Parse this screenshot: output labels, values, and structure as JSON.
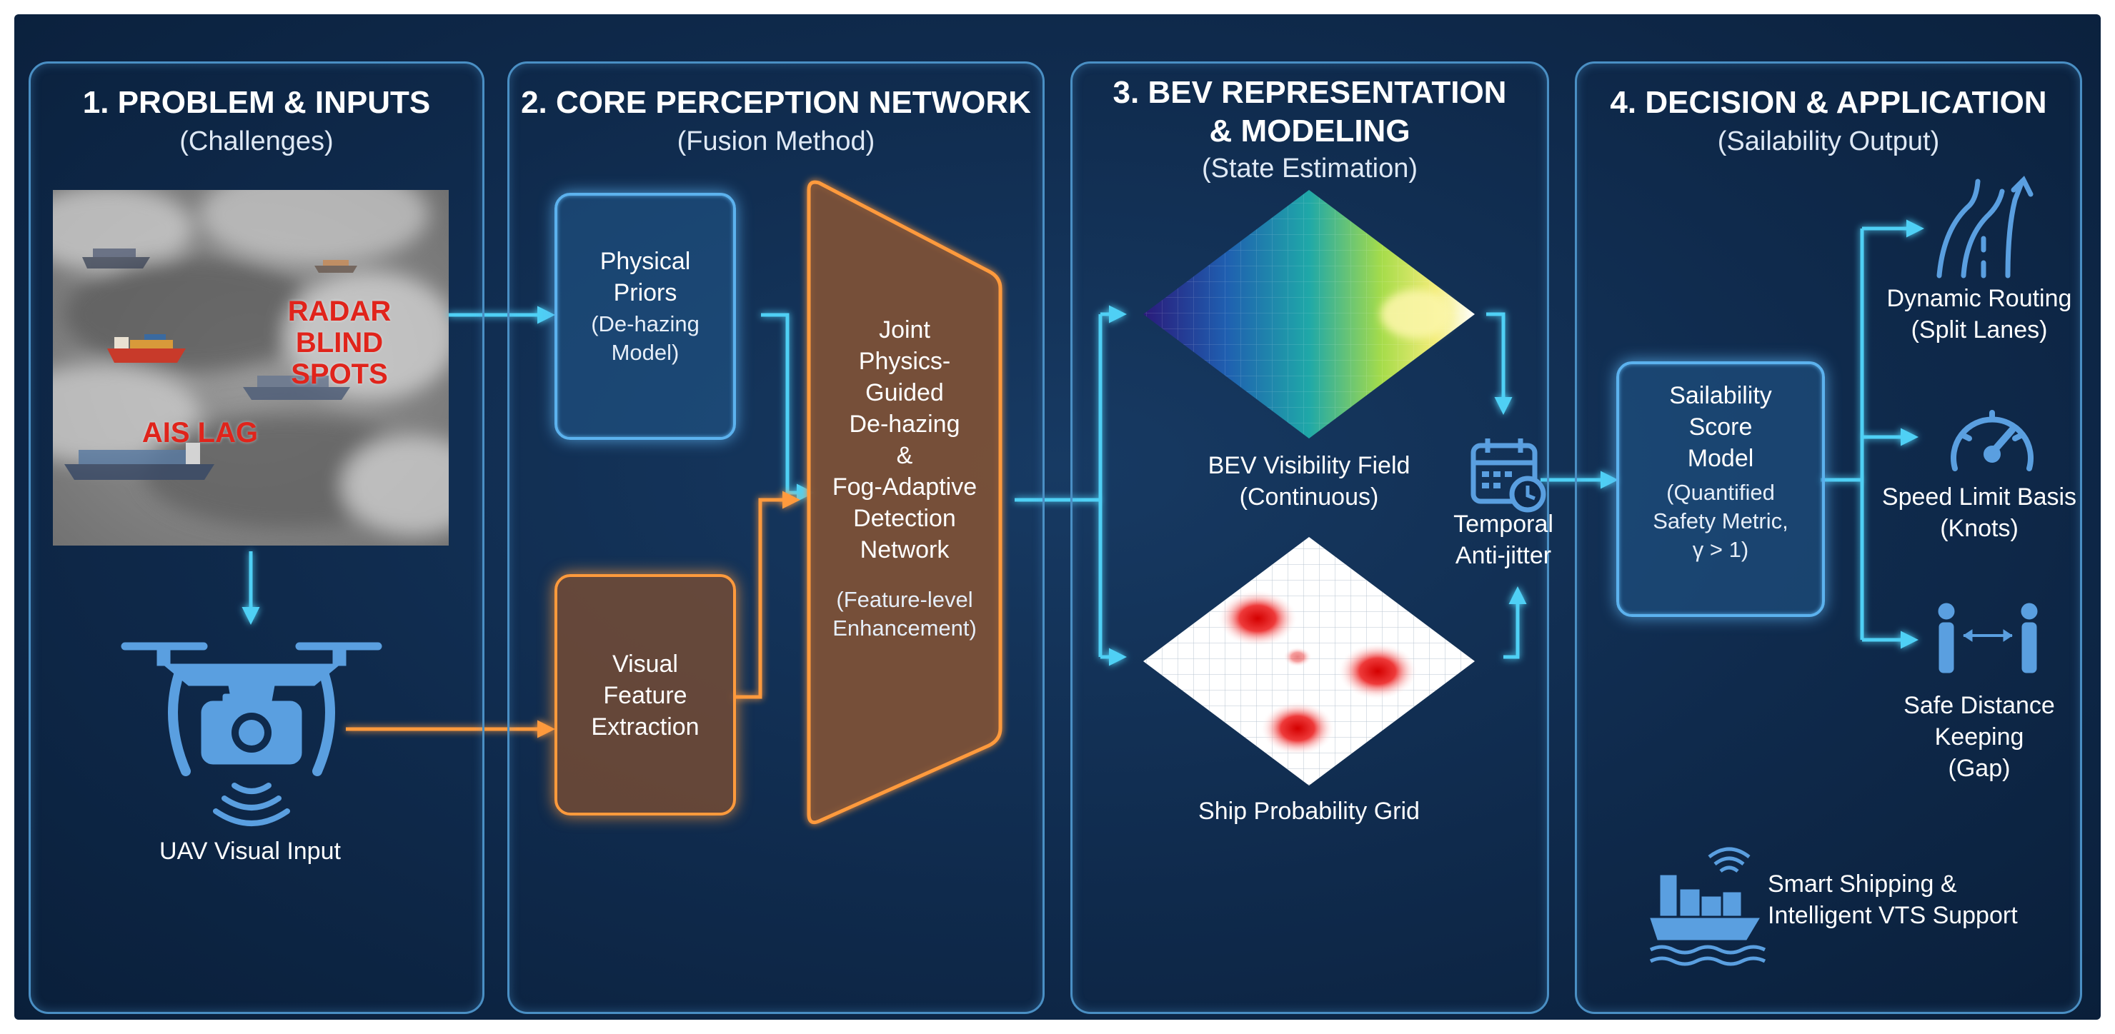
{
  "panels": [
    {
      "title": "1. PROBLEM & INPUTS",
      "subtitle": "(Challenges)"
    },
    {
      "title": "2. CORE PERCEPTION NETWORK",
      "subtitle": "(Fusion Method)"
    },
    {
      "title_line1": "3. BEV REPRESENTATION",
      "title_line2": "& MODELING",
      "subtitle": "(State Estimation)"
    },
    {
      "title": "4. DECISION & APPLICATION",
      "subtitle": "(Sailability Output)"
    }
  ],
  "problem": {
    "radar_line1": "RADAR",
    "radar_line2": "BLIND SPOTS",
    "ais_lag": "AIS LAG",
    "uav_label": "UAV Visual Input"
  },
  "perception": {
    "priors": {
      "line1": "Physical",
      "line2": "Priors",
      "line3": "(De-hazing",
      "line4": "Model)"
    },
    "visual": {
      "line1": "Visual",
      "line2": "Feature",
      "line3": "Extraction"
    },
    "joint": {
      "lines": [
        "Joint",
        "Physics-",
        "Guided",
        "De-hazing",
        "&",
        "Fog-Adaptive",
        "Detection",
        "Network"
      ],
      "sub1": "(Feature-level",
      "sub2": "Enhancement)"
    }
  },
  "bev": {
    "visibility_line1": "BEV Visibility Field",
    "visibility_line2": "(Continuous)",
    "grid_label": "Ship Probability Grid",
    "temporal_line1": "Temporal",
    "temporal_line2": "Anti-jitter"
  },
  "decision": {
    "score": {
      "line1": "Sailability",
      "line2": "Score",
      "line3": "Model",
      "line4": "(Quantified",
      "line5": "Safety Metric,",
      "line6": "γ > 1)"
    },
    "routing": {
      "line1": "Dynamic Routing",
      "line2": "(Split Lanes)"
    },
    "speed": {
      "line1": "Speed Limit Basis",
      "line2": "(Knots)"
    },
    "distance": {
      "line1": "Safe Distance",
      "line2": "Keeping",
      "line3": "(Gap)"
    },
    "smart": {
      "line1": "Smart Shipping &",
      "line2": "Intelligent VTS Support"
    }
  },
  "colors": {
    "cyan": "#4fd0f5",
    "orange": "#ff9a3c",
    "panel_border": "#4a8fc4",
    "alert_red": "#e0241b"
  }
}
